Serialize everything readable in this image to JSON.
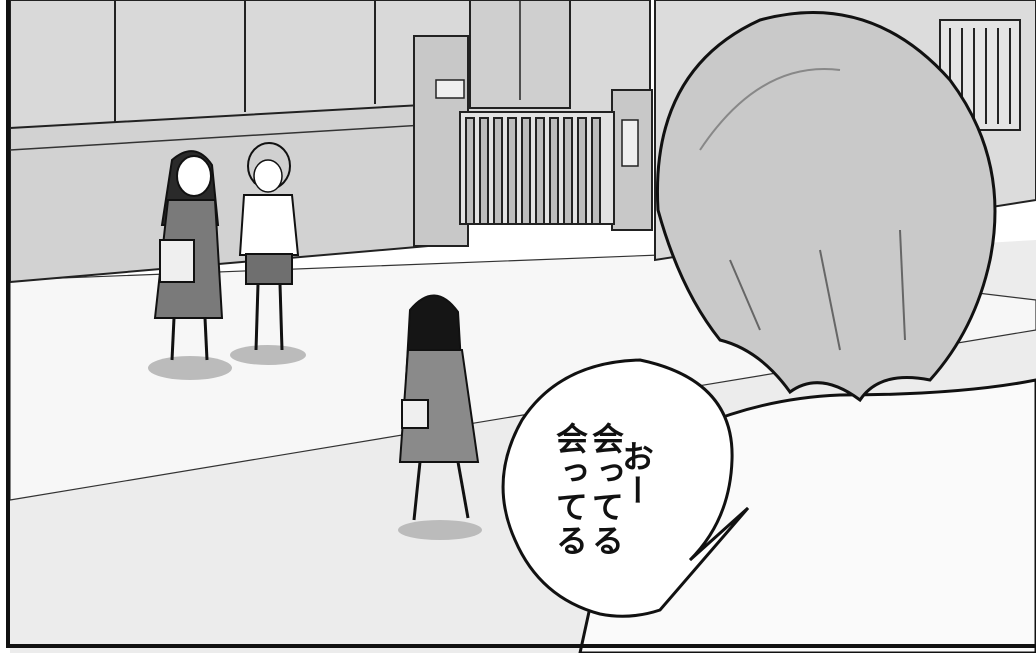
{
  "speech_bubble": {
    "columns": [
      "おー",
      "会ってる",
      "会ってる"
    ]
  },
  "colors": {
    "ink": "#111111",
    "wall": "#d6d6d6",
    "ground": "#e9e9e9",
    "hair_gray": "#c9c9c9",
    "dark_hair": "#1a1a1a"
  }
}
